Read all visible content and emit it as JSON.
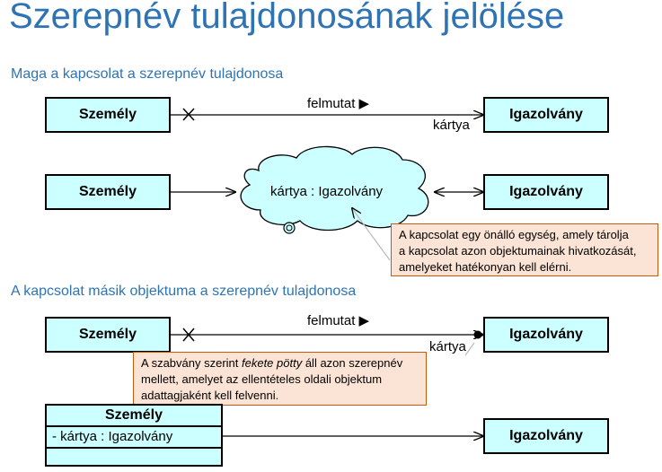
{
  "title": "Szerepnév tulajdonosának jelölése",
  "section1": "Maga a kapcsolat a szerepnév tulajdonosa",
  "section2": "A kapcsolat másik objektuma a szerepnév tulajdonosa",
  "diagram1": {
    "left": "Személy",
    "right": "Igazolvány",
    "assoc": "felmutat ▶",
    "role": "kártya"
  },
  "diagram2": {
    "left": "Személy",
    "right": "Igazolvány",
    "cloud": "kártya : Igazolvány",
    "note": [
      "A kapcsolat egy önálló egység, amely tárolja",
      "a kapcsolat azon objektumainak hivatkozását,",
      "amelyeket hatékonyan kell elérni."
    ]
  },
  "diagram3": {
    "left": "Személy",
    "right": "Igazolvány",
    "assoc": "felmutat ▶",
    "role": "kártya",
    "note_pre": "A szabvány szerint ",
    "note_em": "fekete pötty",
    "note_post": " áll azon szerepnév",
    "note_l2": "mellett, amelyet az ellentételes oldali objektum",
    "note_l3": "adattagjaként kell felvenni."
  },
  "diagram4": {
    "class_name": "Személy",
    "attribute": "- kártya : Igazolvány",
    "right": "Igazolvány"
  },
  "colors": {
    "title": "#2e74b5",
    "box_fill": "#ccffff",
    "note_fill": "#fbe4d5",
    "note_border": "#c55a11"
  }
}
